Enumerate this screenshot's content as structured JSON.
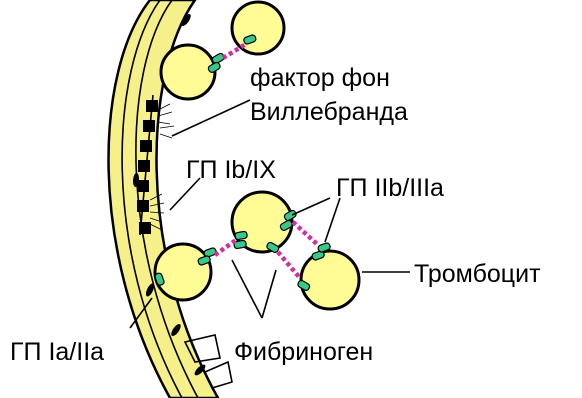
{
  "labels": {
    "vwf_line1": "фактор фон",
    "vwf_line2": "Виллебранда",
    "gp_ib_ix": "ГП Ib/IX",
    "gp_iib_iiia": "ГП IIb/IIIa",
    "platelet": "Тромбоцит",
    "gp_ia_iia": "ГП Ia/IIa",
    "fibrinogen": "Фибриноген"
  },
  "colors": {
    "platelet_fill": "#fffc96",
    "vessel_wall": "#f6f08a",
    "receptor": "#36c98a",
    "fibrinogen_link": "#d0309e"
  }
}
